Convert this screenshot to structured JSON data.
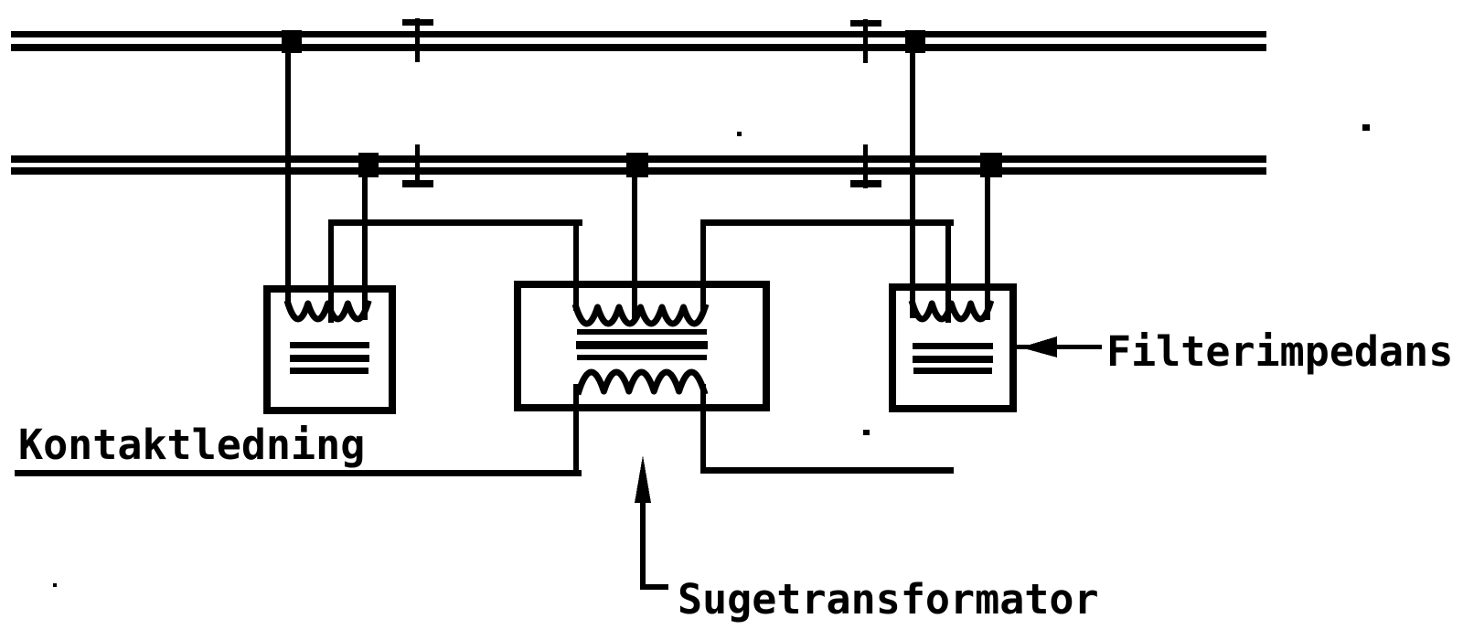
{
  "labels": {
    "contact_line": "Kontaktledning",
    "booster_transformer": "Sugetransformator",
    "filter_impedance": "Filterimpedans"
  },
  "colors": {
    "ink": "#000000",
    "background": "#ffffff"
  }
}
